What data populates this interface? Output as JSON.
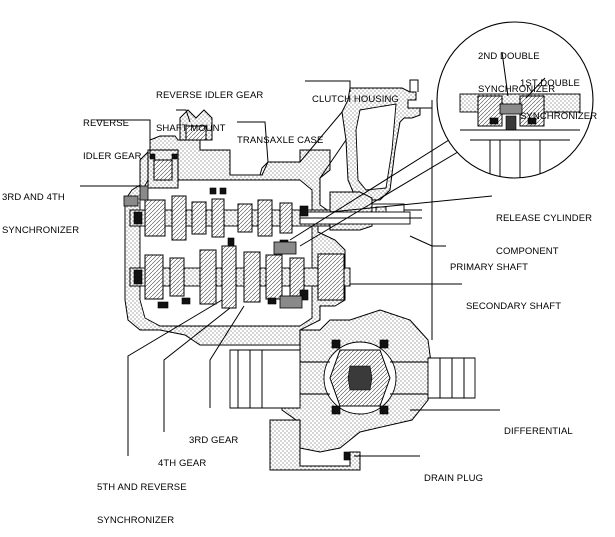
{
  "labels": {
    "reverse_idler_gear_shaft_mount": [
      "REVERSE IDLER GEAR",
      "SHAFT MOUNT"
    ],
    "reverse_idler_gear": [
      "REVERSE",
      "IDLER GEAR"
    ],
    "clutch_housing": "CLUTCH HOUSING",
    "transaxle_case": "TRANSAXLE CASE",
    "sync_3rd_4th": [
      "3RD AND 4TH",
      "SYNCHRONIZER"
    ],
    "release_cylinder_component": [
      "RELEASE CYLINDER",
      "COMPONENT"
    ],
    "primary_shaft": "PRIMARY SHAFT",
    "secondary_shaft": "SECONDARY SHAFT",
    "differential": "DIFFERENTIAL",
    "gear_3rd": "3RD GEAR",
    "gear_4th": "4TH GEAR",
    "sync_5th_reverse": [
      "5TH AND REVERSE",
      "SYNCHRONIZER"
    ],
    "drain_plug": "DRAIN PLUG",
    "double_sync_2nd": [
      "2ND DOUBLE",
      "SYNCHRONIZER"
    ],
    "double_sync_1st": [
      "1ST DOUBLE",
      "SYNCHRONIZER"
    ]
  }
}
